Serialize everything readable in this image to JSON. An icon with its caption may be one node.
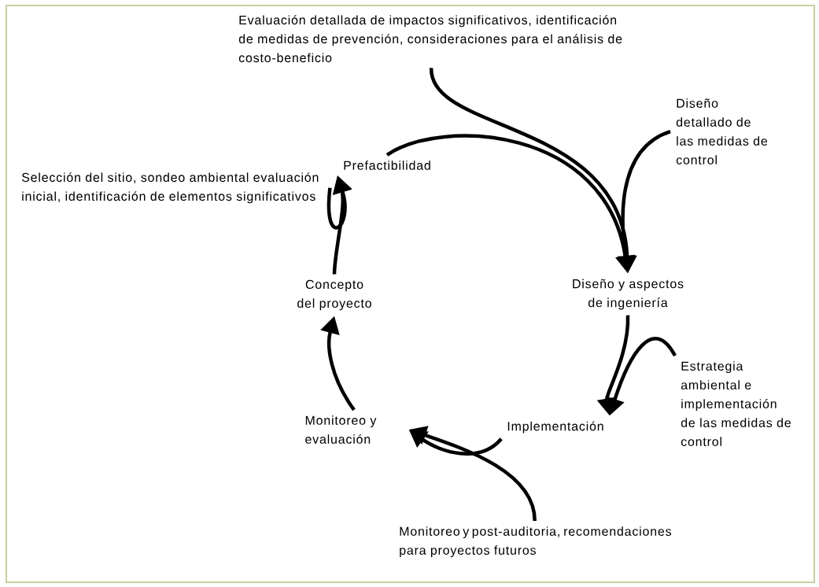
{
  "diagram": {
    "nodes": [
      {
        "text": [
          "Prefactibilidad"
        ]
      },
      {
        "text": [
          "Diseño y aspectos de ingeniería"
        ]
      },
      {
        "text": [
          "Implementación"
        ]
      },
      {
        "text": [
          "Monitoreo y evaluación"
        ]
      },
      {
        "text": [
          "Concepto del proyecto"
        ]
      },
      {
        "text": [
          "Evaluación detallada de impactos significativos, identificación de medidas de prevención, consideraciones para el análisis de costo-beneficio"
        ]
      },
      {
        "text": [
          "Selección del sitio, sondeo ambiental evaluación inicial, identificación de elementos significativos"
        ]
      },
      {
        "text": [
          "Diseño detallado de las medidas de control"
        ]
      },
      {
        "text": [
          "Estrategia ambiental e implementación de las medidas de control"
        ]
      },
      {
        "text": [
          "Monitoreo y post-auditoria, recomendaciones para proyectos futuros"
        ]
      }
    ],
    "edges": [
      {
        "from": 4,
        "to": 0,
        "arrow": "to"
      },
      {
        "from": 0,
        "to": 1,
        "arrow": "to"
      },
      {
        "from": 1,
        "to": 2,
        "arrow": "to"
      },
      {
        "from": 2,
        "to": 3,
        "arrow": "to"
      },
      {
        "from": 3,
        "to": 4,
        "arrow": "to"
      },
      {
        "from": 5,
        "to": 1,
        "arrow": "to"
      },
      {
        "from": 7,
        "to": 1,
        "arrow": "to"
      },
      {
        "from": 8,
        "to": 2,
        "arrow": "to"
      },
      {
        "from": 9,
        "to": 3,
        "arrow": "to"
      },
      {
        "from": 6,
        "to": 0,
        "arrow": "to"
      }
    ]
  }
}
